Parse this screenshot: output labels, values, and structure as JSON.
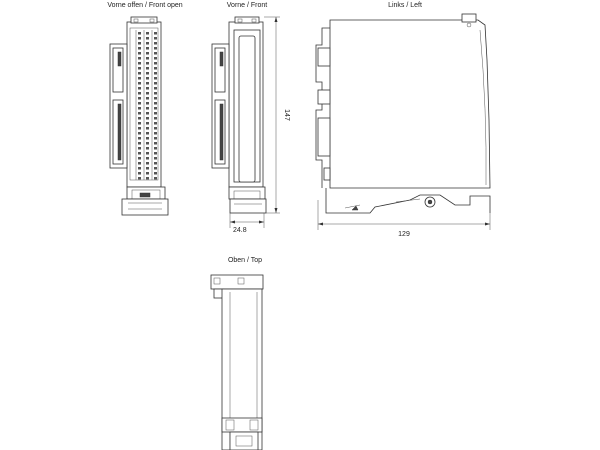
{
  "views": {
    "front_open": {
      "title": "Vorne offen / Front open"
    },
    "front": {
      "title": "Vorne / Front"
    },
    "left": {
      "title": "Links / Left"
    },
    "top": {
      "title": "Oben / Top"
    }
  },
  "dimensions": {
    "height": "147",
    "width": "24.8",
    "depth": "129"
  }
}
